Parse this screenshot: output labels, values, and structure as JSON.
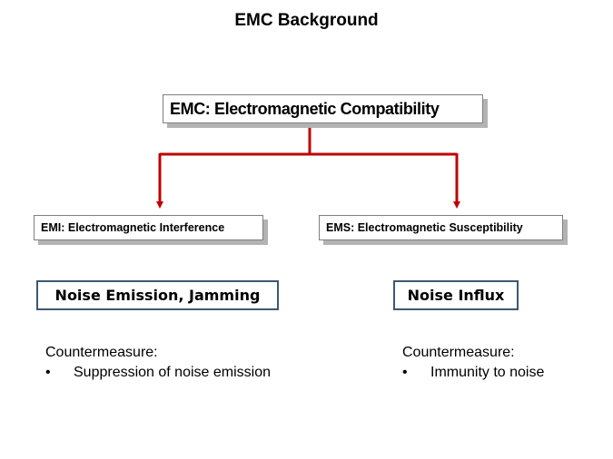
{
  "title": "EMC Background",
  "root": {
    "label": "EMC: Electromagnetic Compatibility"
  },
  "branches": [
    {
      "label": "EMI: Electromagnetic Interference",
      "effect": "Noise Emission, Jamming",
      "countermeasure_heading": "Countermeasure:",
      "countermeasure_items": [
        "Suppression of noise emission"
      ]
    },
    {
      "label": "EMS: Electromagnetic Susceptibility",
      "effect": "Noise Influx",
      "countermeasure_heading": "Countermeasure:",
      "countermeasure_items": [
        "Immunity to noise"
      ]
    }
  ],
  "colors": {
    "connector": "#c00000",
    "callout_border": "#3b5873",
    "box_shadow": "#b3b3b3"
  }
}
